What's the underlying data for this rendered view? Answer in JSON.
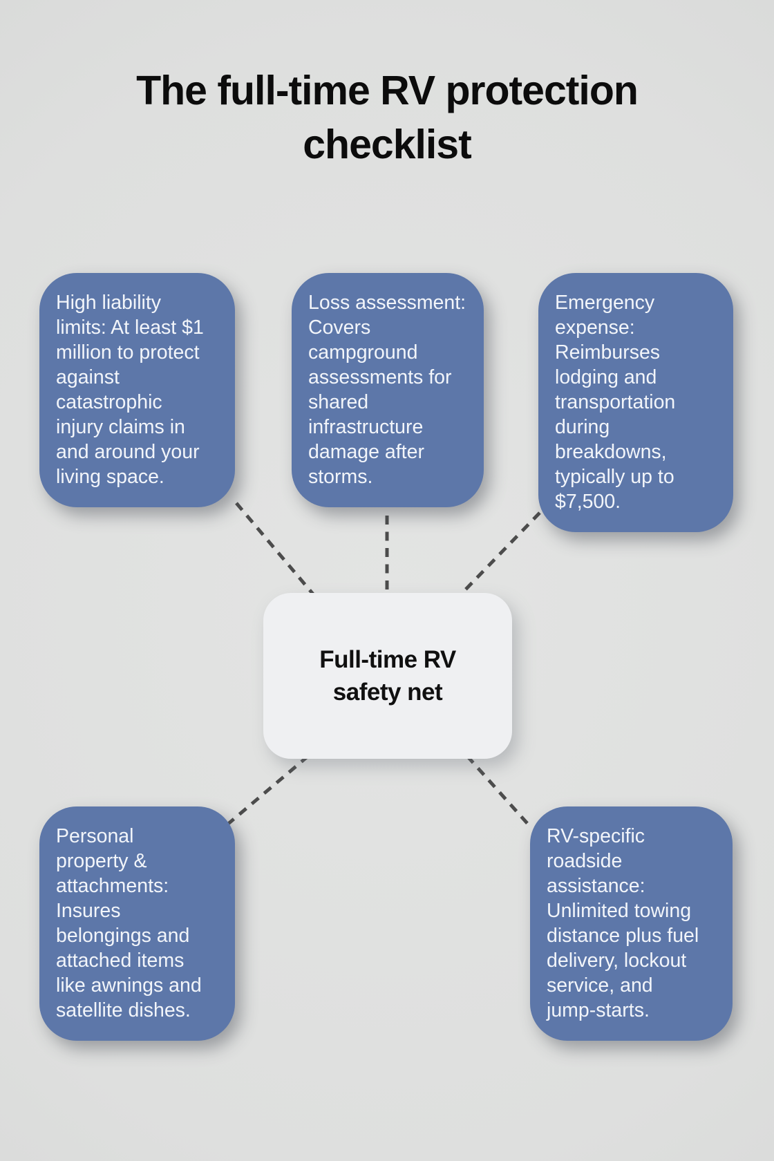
{
  "page": {
    "title": "The full-time RV protection\nchecklist"
  },
  "center": {
    "label": "Full-time RV\nsafety net"
  },
  "nodes": [
    {
      "id": "high-liability",
      "text": "High liability\nlimits: At least $1\nmillion to protect\nagainst\ncatastrophic\ninjury claims in\nand around your\nliving space."
    },
    {
      "id": "loss-assessment",
      "text": "Loss assessment:\nCovers\ncampground\nassessments for\nshared\ninfrastructure\ndamage after\nstorms."
    },
    {
      "id": "emergency-expense",
      "text": "Emergency\nexpense:\nReimburses\nlodging and\ntransportation\nduring\nbreakdowns,\ntypically up to\n$7,500."
    },
    {
      "id": "personal-property",
      "text": "Personal\nproperty &\nattachments:\nInsures\nbelongings and\nattached items\nlike awnings and\nsatellite dishes."
    },
    {
      "id": "roadside-assistance",
      "text": "RV-specific\nroadside\nassistance:\nUnlimited towing\ndistance plus fuel\ndelivery, lockout\nservice, and\njump-starts."
    }
  ],
  "colors": {
    "node-blue": "#5d77a9",
    "node-text": "#f2f5fa",
    "center-bg": "#eff0f2",
    "center-text": "#101010",
    "title-color": "#0c0c0c",
    "connector": "#4c4c4c",
    "bg-mid": "#e3e4e3",
    "bg-edge": "#d9dad9"
  }
}
